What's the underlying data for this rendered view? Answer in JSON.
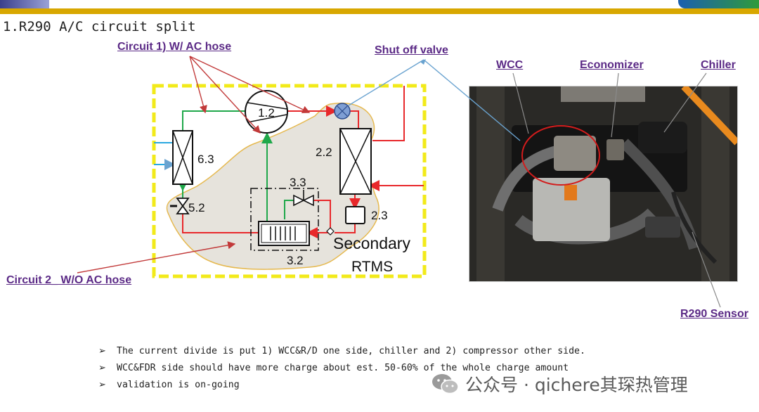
{
  "slide": {
    "title": "1.R290 A/C circuit split"
  },
  "callouts": {
    "circuit1": "Circuit 1) W/ AC hose",
    "shutoff": "Shut off valve",
    "circuit2": "Circuit 2_ W/O AC hose",
    "wcc": "WCC",
    "economizer": "Economizer",
    "chiller": "Chiller",
    "sensor": "R290 Sensor"
  },
  "diagram": {
    "labels": {
      "comp": "1.2",
      "cond": "6.3",
      "valve": "5.2",
      "valve33": "3.3",
      "hx22": "2.2",
      "rd": "2.3",
      "wcc": "3.2",
      "secondary": "Secondary",
      "rtms": "RTMS"
    },
    "colors": {
      "hot": "#e8282b",
      "cold": "#1fa84a",
      "water": "#2aa8e0",
      "frame": "#f2ea1a",
      "zone": "#e6e3dc",
      "zone_border": "#e6b94f",
      "callout": "#5b2a86"
    }
  },
  "bullets": [
    "The current divide is put 1) WCC&R/D one side, chiller and 2) compressor other side.",
    "WCC&FDR side should have more charge about est. 50-60% of the whole charge amount",
    "validation is on-going"
  ],
  "watermark": "公众号 · qichere其琛热管理"
}
